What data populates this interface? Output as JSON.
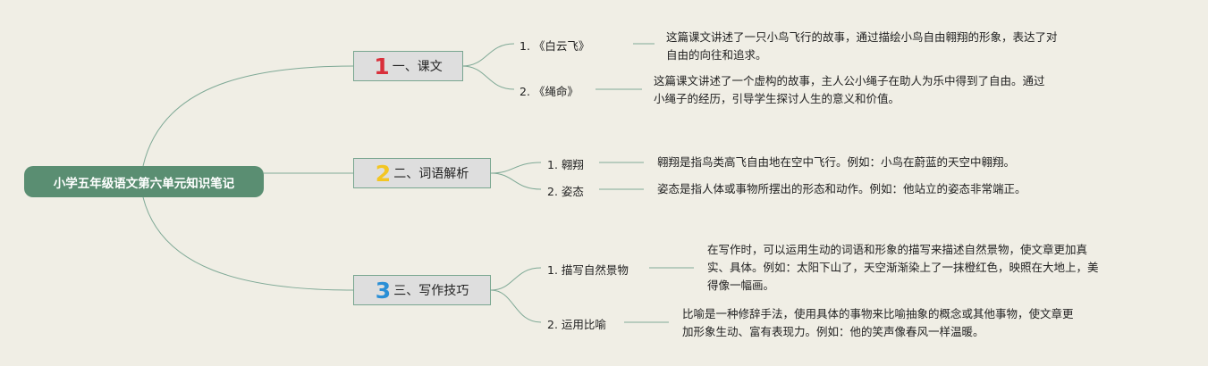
{
  "root": {
    "title": "小学五年级语文第六单元知识笔记"
  },
  "topics": [
    {
      "number": "1",
      "color": "#d9303b",
      "label": "一、课文",
      "items": [
        {
          "label": "1. 《白云飞》",
          "desc": [
            "这篇课文讲述了一只小鸟飞行的故事，通过描绘小鸟自由翱翔的形象，表达了对",
            "自由的向往和追求。"
          ]
        },
        {
          "label": "2. 《绳命》",
          "desc": [
            "这篇课文讲述了一个虚构的故事，主人公小绳子在助人为乐中得到了自由。通过",
            "小绳子的经历，引导学生探讨人生的意义和价值。"
          ]
        }
      ]
    },
    {
      "number": "2",
      "color": "#f3c623",
      "label": "二、词语解析",
      "items": [
        {
          "label": "1. 翱翔",
          "desc": [
            "翱翔是指鸟类高飞自由地在空中飞行。例如：小鸟在蔚蓝的天空中翱翔。"
          ]
        },
        {
          "label": "2. 姿态",
          "desc": [
            "姿态是指人体或事物所摆出的形态和动作。例如：他站立的姿态非常端正。"
          ]
        }
      ]
    },
    {
      "number": "3",
      "color": "#2a8fd6",
      "label": "三、写作技巧",
      "items": [
        {
          "label": "1. 描写自然景物",
          "desc": [
            "在写作时，可以运用生动的词语和形象的描写来描述自然景物，使文章更加真",
            "实、具体。例如：太阳下山了，天空渐渐染上了一抹橙红色，映照在大地上，美",
            "得像一幅画。"
          ]
        },
        {
          "label": "2. 运用比喻",
          "desc": [
            "比喻是一种修辞手法，使用具体的事物来比喻抽象的概念或其他事物，使文章更",
            "加形象生动、富有表现力。例如：他的笑声像春风一样温暖。"
          ]
        }
      ]
    }
  ],
  "colors": {
    "line": "#7fa996",
    "root_bg": "#5a8e72"
  }
}
